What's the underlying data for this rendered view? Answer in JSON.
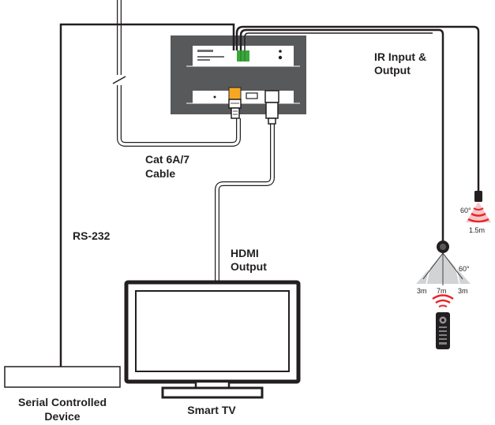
{
  "labels": {
    "ir_line1": "IR Input &",
    "ir_line2": "Output",
    "cat_line1": "Cat 6A/7",
    "cat_line2": "Cable",
    "rs232": "RS-232",
    "hdmi_line1": "HDMI",
    "hdmi_line2": "Output",
    "serial_line1": "Serial Controlled",
    "serial_line2": "Device",
    "smart_tv": "Smart TV"
  },
  "ir_emitter": {
    "angle": "60°",
    "range": "1.5m"
  },
  "ir_receiver": {
    "angle": "60°",
    "range_left": "3m",
    "range_center": "7m",
    "range_right": "3m"
  },
  "colors": {
    "cable": "#231f20",
    "device_panel": "#58595b",
    "terminal_green": "#3aa83a",
    "ir_red": "#e8262b"
  }
}
